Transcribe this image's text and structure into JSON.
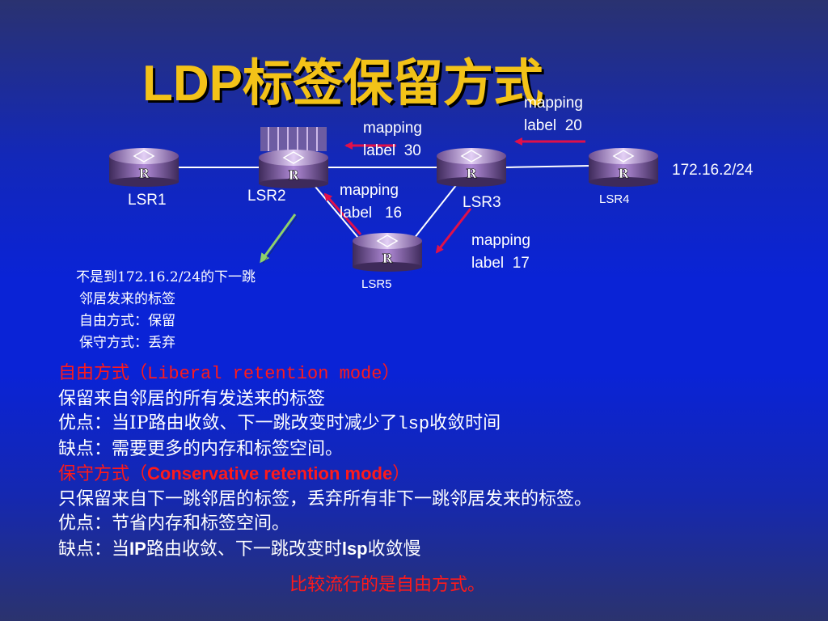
{
  "title": "LDP标签保留方式",
  "routers": [
    {
      "name": "LSR1",
      "glyph": "R"
    },
    {
      "name": "LSR2",
      "glyph": "R"
    },
    {
      "name": "LSR3",
      "glyph": "R"
    },
    {
      "name": "LSR4",
      "glyph": "R"
    },
    {
      "name": "LSR5",
      "glyph": "R"
    }
  ],
  "prefix": "172.16.2/24",
  "mappings": {
    "m20": [
      "mapping",
      "label  20"
    ],
    "m30": [
      "mapping",
      "label  30"
    ],
    "m16": [
      "mapping",
      "label   16"
    ],
    "m17": [
      "mapping",
      "label  17"
    ]
  },
  "note": {
    "line1": "不是到172.16.2/24的下一跳",
    "line2": "邻居发来的标签",
    "line3": "自由方式：保留",
    "line4": "保守方式：丢弃"
  },
  "body": {
    "liberal_prefix": "自由方式（",
    "liberal_en": "Liberal retention mode",
    "liberal_suffix": "）",
    "liberal_desc": "保留来自邻居的所有发送来的标签",
    "liberal_pro_a": "优点：当IP路由收敛、下一跳改变时减少了",
    "liberal_pro_b": "lsp",
    "liberal_pro_c": "收敛时间",
    "liberal_con": "缺点：需要更多的内存和标签空间。",
    "cons_prefix": "保守方式（",
    "cons_en": "Conservative retention mode",
    "cons_suffix": "）",
    "cons_desc": "只保留来自下一跳邻居的标签，丢弃所有非下一跳邻居发来的标签。",
    "cons_pro": "优点：节省内存和标签空间。",
    "cons_con_a": "缺点：当",
    "cons_con_b": "IP",
    "cons_con_c": "路由收敛、下一跳改变时",
    "cons_con_d": "lsp",
    "cons_con_e": "收敛慢",
    "final": "比较流行的是自由方式。"
  },
  "colors": {
    "title": "#f3c218",
    "accent_red": "#ff1a1a",
    "arrow_red": "#e0104a",
    "arrow_green": "#8fd16a",
    "router_purple": "#a87ad0"
  }
}
